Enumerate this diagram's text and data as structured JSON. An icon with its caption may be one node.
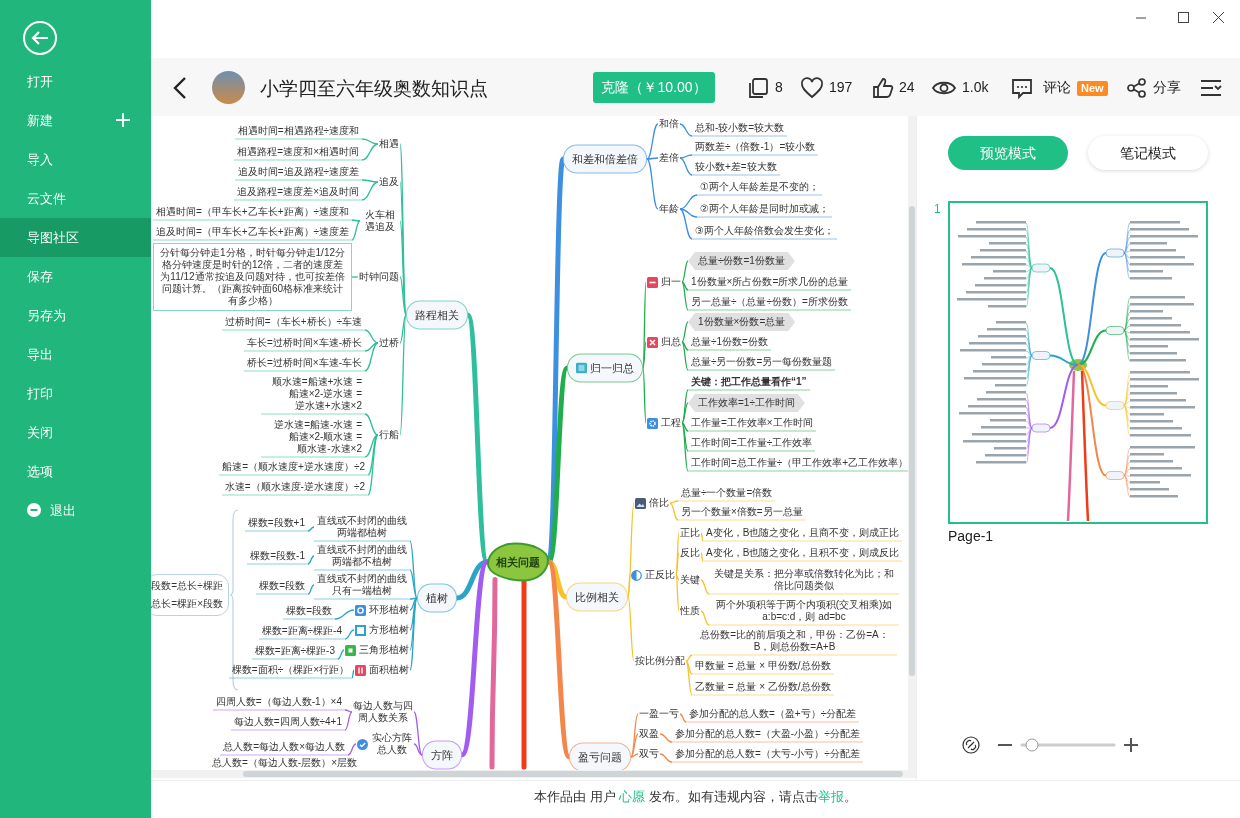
{
  "diagram": {
    "title": "小学四至六年级奥数知识点",
    "nodes": [
      {
        "text": [
          "相关问题"
        ]
      },
      {
        "text": [
          "路程相关"
        ]
      },
      {
        "text": [
          "相遇"
        ]
      },
      {
        "text": [
          "相遇时间=相遇路程÷速度和"
        ]
      },
      {
        "text": [
          "相遇路程=速度和×相遇时间"
        ]
      },
      {
        "text": [
          "追及"
        ]
      },
      {
        "text": [
          "追及时间=追及路程÷速度差"
        ]
      },
      {
        "text": [
          "追及路程=速度差×追及时间"
        ]
      },
      {
        "text": [
          "火车相遇追及"
        ]
      },
      {
        "text": [
          "相遇时间=（甲车长+乙车长+距离）÷速度和"
        ]
      },
      {
        "text": [
          "追及时间=（甲车长+乙车长+距离）÷速度差"
        ]
      },
      {
        "text": [
          "时钟问题"
        ]
      },
      {
        "text": [
          "分针每分钟走1分格，时针每分钟走1/12分格分钟速度是时针的12倍，二者的速度差为11/12通常按追及问题对待，也可按差倍问题计算。（距离按钟面60格标准来统计有多少格）"
        ]
      },
      {
        "text": [
          "过桥"
        ]
      },
      {
        "text": [
          "过桥时间=（车长+桥长）÷车速"
        ]
      },
      {
        "text": [
          "车长=过桥时间×车速-桥长"
        ]
      },
      {
        "text": [
          "桥长=过桥时间×车速-车长"
        ]
      },
      {
        "text": [
          "行船"
        ]
      },
      {
        "text": [
          "顺水速=船速+水速 =船速×2-逆水速 =逆水速+水速×2"
        ]
      },
      {
        "text": [
          "逆水速=船速-水速 =船速×2-顺水速 =顺水速-水速×2"
        ]
      },
      {
        "text": [
          "船速=（顺水速度+逆水速度）÷2"
        ]
      },
      {
        "text": [
          "水速=（顺水速度-逆水速度）÷2"
        ]
      },
      {
        "text": [
          "植树"
        ]
      },
      {
        "text": [
          "直线或不封闭的曲线两端都植树"
        ]
      },
      {
        "text": [
          "棵数=段数+1"
        ]
      },
      {
        "text": [
          "直线或不封闭的曲线两端都不植树"
        ]
      },
      {
        "text": [
          "棵数=段数-1"
        ]
      },
      {
        "text": [
          "直线或不封闭的曲线只有一端植树"
        ]
      },
      {
        "text": [
          "棵数=段数"
        ]
      },
      {
        "text": [
          "环形植树"
        ]
      },
      {
        "text": [
          "棵数=段数"
        ]
      },
      {
        "text": [
          "方形植树"
        ]
      },
      {
        "text": [
          "棵数=距离÷棵距-4"
        ]
      },
      {
        "text": [
          "三角形植树"
        ]
      },
      {
        "text": [
          "棵数=距离÷棵距-3"
        ]
      },
      {
        "text": [
          "面积植树"
        ]
      },
      {
        "text": [
          "棵数=面积÷（棵距×行距）"
        ]
      },
      {
        "text": [
          "段数=总长÷棵距",
          "总长=棵距×段数"
        ]
      },
      {
        "text": [
          "方阵"
        ]
      },
      {
        "text": [
          "每边人数与四周人数关系"
        ]
      },
      {
        "text": [
          "四周人数=（每边人数-1）×4"
        ]
      },
      {
        "text": [
          "每边人数=四周人数÷4+1"
        ]
      },
      {
        "text": [
          "实心方阵总人数"
        ]
      },
      {
        "text": [
          "总人数=每边人数×每边人数"
        ]
      },
      {
        "text": [
          "和差和倍差倍"
        ]
      },
      {
        "text": [
          "和倍"
        ]
      },
      {
        "text": [
          "总和-较小数=较大数"
        ]
      },
      {
        "text": [
          "差倍"
        ]
      },
      {
        "text": [
          "两数差÷（倍数-1）=较小数"
        ]
      },
      {
        "text": [
          "较小数+差=较大数"
        ]
      },
      {
        "text": [
          "年龄"
        ]
      },
      {
        "text": [
          "①两个人年龄差是不变的；"
        ]
      },
      {
        "text": [
          "②两个人年龄是同时加或减；"
        ]
      },
      {
        "text": [
          "③两个人年龄倍数会发生变化；"
        ]
      },
      {
        "text": [
          "归一归总"
        ]
      },
      {
        "text": [
          "归一"
        ]
      },
      {
        "text": [
          "总量÷份数=1份数量"
        ]
      },
      {
        "text": [
          "1份数量×所占份数=所求几份的总量"
        ]
      },
      {
        "text": [
          "另一总量÷（总量÷份数）=所求份数"
        ]
      },
      {
        "text": [
          "归总"
        ]
      },
      {
        "text": [
          "1份数量×份数=总量"
        ]
      },
      {
        "text": [
          "总量÷1份数=份数"
        ]
      },
      {
        "text": [
          "总量÷另一份数=另一每份数量题"
        ]
      },
      {
        "text": [
          "工程"
        ]
      },
      {
        "text": [
          "关键：把工作总量看作“1”"
        ]
      },
      {
        "text": [
          "工作效率=1÷工作时间"
        ]
      },
      {
        "text": [
          "工作量=工作效率×工作时间"
        ]
      },
      {
        "text": [
          "工作时间=工作量÷工作效率"
        ]
      },
      {
        "text": [
          "工作时间=总工作量÷（甲工作效率+乙工作效率）"
        ]
      },
      {
        "text": [
          "比例相关"
        ]
      },
      {
        "text": [
          "倍比"
        ]
      },
      {
        "text": [
          "总量÷一个数量=倍数"
        ]
      },
      {
        "text": [
          "另一个数量×倍数=另一总量"
        ]
      },
      {
        "text": [
          "正反比"
        ]
      },
      {
        "text": [
          "正比"
        ]
      },
      {
        "text": [
          "A变化，B也随之变化，且商不变，则成正比"
        ]
      },
      {
        "text": [
          "反比"
        ]
      },
      {
        "text": [
          "A变化，B也随之变化，且积不变，则成反比"
        ]
      },
      {
        "text": [
          "关键"
        ]
      },
      {
        "text": [
          "关键是关系：把分率或倍数转化为比；和倍比问题类似"
        ]
      },
      {
        "text": [
          "性质"
        ]
      },
      {
        "text": [
          "两个外项积等于两个内项积(交叉相乘)如a:b=c:d，则 ad=bc"
        ]
      },
      {
        "text": [
          "按比例分配"
        ]
      },
      {
        "text": [
          "总份数=比的前后项之和，甲份：乙份=A：B，则总份数=A+B"
        ]
      },
      {
        "text": [
          "甲数量 = 总量 × 甲份数/总份数"
        ]
      },
      {
        "text": [
          "乙数量 = 总量 × 乙份数/总份数"
        ]
      },
      {
        "text": [
          "盈亏问题"
        ]
      },
      {
        "text": [
          "一盈一亏"
        ]
      },
      {
        "text": [
          "参加分配的总人数=（盈+亏）÷分配差"
        ]
      },
      {
        "text": [
          "双盈"
        ]
      },
      {
        "text": [
          "参加分配的总人数=（大盈-小盈）÷分配差"
        ]
      },
      {
        "text": [
          "双亏"
        ]
      },
      {
        "text": [
          "参加分配的总人数=（大亏-小亏）÷分配差"
        ]
      }
    ],
    "edges": [
      {
        "from": 0,
        "to": 1,
        "arrow": "none",
        "style": "thick",
        "color": "#2ebf9d"
      },
      {
        "from": 1,
        "to": 2,
        "arrow": "none",
        "color": "#2ebf9d"
      },
      {
        "from": 2,
        "to": 3,
        "arrow": "none",
        "color": "#2ebf9d"
      },
      {
        "from": 2,
        "to": 4,
        "arrow": "none",
        "color": "#2ebf9d"
      },
      {
        "from": 1,
        "to": 5,
        "arrow": "none",
        "color": "#2ebf9d"
      },
      {
        "from": 5,
        "to": 6,
        "arrow": "none",
        "color": "#2ebf9d"
      },
      {
        "from": 5,
        "to": 7,
        "arrow": "none",
        "color": "#2ebf9d"
      },
      {
        "from": 1,
        "to": 8,
        "arrow": "none",
        "color": "#2ebf9d"
      },
      {
        "from": 8,
        "to": 9,
        "arrow": "none",
        "color": "#2ebf9d"
      },
      {
        "from": 8,
        "to": 10,
        "arrow": "none",
        "color": "#2ebf9d"
      },
      {
        "from": 1,
        "to": 11,
        "arrow": "none",
        "color": "#2ebf9d"
      },
      {
        "from": 11,
        "to": 12,
        "arrow": "none",
        "color": "#2ebf9d"
      },
      {
        "from": 1,
        "to": 13,
        "arrow": "none",
        "color": "#2ebf9d"
      },
      {
        "from": 13,
        "to": 14,
        "arrow": "none",
        "color": "#2ebf9d"
      },
      {
        "from": 13,
        "to": 15,
        "arrow": "none",
        "color": "#2ebf9d"
      },
      {
        "from": 13,
        "to": 16,
        "arrow": "none",
        "color": "#2ebf9d"
      },
      {
        "from": 1,
        "to": 17,
        "arrow": "none",
        "color": "#2ebf9d"
      },
      {
        "from": 17,
        "to": 18,
        "arrow": "none",
        "color": "#2ebf9d"
      },
      {
        "from": 17,
        "to": 19,
        "arrow": "none",
        "color": "#2ebf9d"
      },
      {
        "from": 17,
        "to": 20,
        "arrow": "none",
        "color": "#2ebf9d"
      },
      {
        "from": 17,
        "to": 21,
        "arrow": "none",
        "color": "#2ebf9d"
      },
      {
        "from": 0,
        "to": 22,
        "arrow": "none",
        "style": "thick",
        "color": "#2aa5c6"
      },
      {
        "from": 22,
        "to": 23,
        "arrow": "none",
        "color": "#2aa5c6"
      },
      {
        "from": 23,
        "to": 24,
        "arrow": "none",
        "color": "#2aa5c6"
      },
      {
        "from": 22,
        "to": 25,
        "arrow": "none",
        "color": "#2aa5c6"
      },
      {
        "from": 25,
        "to": 26,
        "arrow": "none",
        "color": "#2aa5c6"
      },
      {
        "from": 22,
        "to": 27,
        "arrow": "none",
        "color": "#2aa5c6"
      },
      {
        "from": 27,
        "to": 28,
        "arrow": "none",
        "color": "#2aa5c6"
      },
      {
        "from": 22,
        "to": 29,
        "arrow": "none",
        "color": "#2aa5c6"
      },
      {
        "from": 29,
        "to": 30,
        "arrow": "none",
        "color": "#2aa5c6"
      },
      {
        "from": 22,
        "to": 31,
        "arrow": "none",
        "color": "#2aa5c6"
      },
      {
        "from": 31,
        "to": 32,
        "arrow": "none",
        "color": "#2aa5c6"
      },
      {
        "from": 22,
        "to": 33,
        "arrow": "none",
        "color": "#2aa5c6"
      },
      {
        "from": 33,
        "to": 34,
        "arrow": "none",
        "color": "#2aa5c6"
      },
      {
        "from": 22,
        "to": 35,
        "arrow": "none",
        "color": "#2aa5c6"
      },
      {
        "from": 35,
        "to": 36,
        "arrow": "none",
        "color": "#2aa5c6"
      },
      {
        "from": 0,
        "to": 38,
        "arrow": "none",
        "style": "thick",
        "color": "#a35cf0"
      },
      {
        "from": 38,
        "to": 39,
        "arrow": "none",
        "color": "#a35cf0"
      },
      {
        "from": 39,
        "to": 40,
        "arrow": "none",
        "color": "#a35cf0"
      },
      {
        "from": 39,
        "to": 41,
        "arrow": "none",
        "color": "#a35cf0"
      },
      {
        "from": 38,
        "to": 42,
        "arrow": "none",
        "color": "#a35cf0"
      },
      {
        "from": 42,
        "to": 43,
        "arrow": "none",
        "color": "#a35cf0"
      },
      {
        "from": 0,
        "to": 44,
        "arrow": "none",
        "style": "thick",
        "color": "#3d8fe0"
      },
      {
        "from": 44,
        "to": 45,
        "arrow": "none",
        "color": "#3d8fe0"
      },
      {
        "from": 45,
        "to": 46,
        "arrow": "none",
        "color": "#3d8fe0"
      },
      {
        "from": 44,
        "to": 47,
        "arrow": "none",
        "color": "#3d8fe0"
      },
      {
        "from": 47,
        "to": 48,
        "arrow": "none",
        "color": "#3d8fe0"
      },
      {
        "from": 47,
        "to": 49,
        "arrow": "none",
        "color": "#3d8fe0"
      },
      {
        "from": 44,
        "to": 50,
        "arrow": "none",
        "color": "#3d8fe0"
      },
      {
        "from": 50,
        "to": 51,
        "arrow": "none",
        "color": "#3d8fe0"
      },
      {
        "from": 50,
        "to": 52,
        "arrow": "none",
        "color": "#3d8fe0"
      },
      {
        "from": 50,
        "to": 53,
        "arrow": "none",
        "color": "#3d8fe0"
      },
      {
        "from": 0,
        "to": 54,
        "arrow": "none",
        "style": "thick",
        "color": "#20ad4c"
      },
      {
        "from": 54,
        "to": 55,
        "arrow": "none",
        "color": "#20ad4c"
      },
      {
        "from": 55,
        "to": 56,
        "arrow": "none",
        "color": "#20ad4c"
      },
      {
        "from": 55,
        "to": 57,
        "arrow": "none",
        "color": "#20ad4c"
      },
      {
        "from": 55,
        "to": 58,
        "arrow": "none",
        "color": "#20ad4c"
      },
      {
        "from": 54,
        "to": 59,
        "arrow": "none",
        "color": "#20ad4c"
      },
      {
        "from": 59,
        "to": 60,
        "arrow": "none",
        "color": "#20ad4c"
      },
      {
        "from": 59,
        "to": 61,
        "arrow": "none",
        "color": "#20ad4c"
      },
      {
        "from": 59,
        "to": 62,
        "arrow": "none",
        "color": "#20ad4c"
      },
      {
        "from": 54,
        "to": 63,
        "arrow": "none",
        "color": "#20ad4c"
      },
      {
        "from": 63,
        "to": 64,
        "arrow": "none",
        "color": "#20ad4c"
      },
      {
        "from": 63,
        "to": 65,
        "arrow": "none",
        "color": "#20ad4c"
      },
      {
        "from": 63,
        "to": 66,
        "arrow": "none",
        "color": "#20ad4c"
      },
      {
        "from": 63,
        "to": 67,
        "arrow": "none",
        "color": "#20ad4c"
      },
      {
        "from": 63,
        "to": 68,
        "arrow": "none",
        "color": "#20ad4c"
      },
      {
        "from": 0,
        "to": 69,
        "arrow": "none",
        "style": "thick",
        "color": "#f6c12a"
      },
      {
        "from": 69,
        "to": 70,
        "arrow": "none",
        "color": "#f6c12a"
      },
      {
        "from": 70,
        "to": 71,
        "arrow": "none",
        "color": "#f6c12a"
      },
      {
        "from": 70,
        "to": 72,
        "arrow": "none",
        "color": "#f6c12a"
      },
      {
        "from": 69,
        "to": 73,
        "arrow": "none",
        "color": "#f6c12a"
      },
      {
        "from": 73,
        "to": 74,
        "arrow": "none",
        "color": "#f6c12a"
      },
      {
        "from": 74,
        "to": 75,
        "arrow": "none",
        "color": "#f6c12a"
      },
      {
        "from": 73,
        "to": 76,
        "arrow": "none",
        "color": "#f6c12a"
      },
      {
        "from": 76,
        "to": 77,
        "arrow": "none",
        "color": "#f6c12a"
      },
      {
        "from": 73,
        "to": 78,
        "arrow": "none",
        "color": "#f6c12a"
      },
      {
        "from": 78,
        "to": 79,
        "arrow": "none",
        "color": "#f6c12a"
      },
      {
        "from": 73,
        "to": 80,
        "arrow": "none",
        "color": "#f6c12a"
      },
      {
        "from": 80,
        "to": 81,
        "arrow": "none",
        "color": "#f6c12a"
      },
      {
        "from": 69,
        "to": 82,
        "arrow": "none",
        "color": "#f6c12a"
      },
      {
        "from": 82,
        "to": 83,
        "arrow": "none",
        "color": "#f6c12a"
      },
      {
        "from": 82,
        "to": 84,
        "arrow": "none",
        "color": "#f6c12a"
      },
      {
        "from": 82,
        "to": 85,
        "arrow": "none",
        "color": "#f6c12a"
      },
      {
        "from": 0,
        "to": 86,
        "arrow": "none",
        "style": "thick",
        "color": "#f3874b"
      },
      {
        "from": 86,
        "to": 87,
        "arrow": "none",
        "color": "#f3874b"
      },
      {
        "from": 87,
        "to": 88,
        "arrow": "none",
        "color": "#f3874b"
      },
      {
        "from": 86,
        "to": 89,
        "arrow": "none",
        "color": "#f3874b"
      },
      {
        "from": 89,
        "to": 90,
        "arrow": "none",
        "color": "#f3874b"
      },
      {
        "from": 86,
        "to": 91,
        "arrow": "none",
        "color": "#f3874b"
      },
      {
        "from": 91,
        "to": 92,
        "arrow": "none",
        "color": "#f3874b"
      },
      {
        "from": 0,
        "to": null,
        "arrow": "none",
        "style": "thick",
        "color": "#e0689a"
      },
      {
        "from": 0,
        "to": null,
        "arrow": "none",
        "style": "thick",
        "color": "#ef3b17"
      }
    ],
    "labels": [
      "打开",
      "新建",
      "导入",
      "云文件",
      "导图社区",
      "保存",
      "另存为",
      "导出",
      "打印",
      "关闭",
      "选项",
      "退出",
      "克隆（￥10.00）",
      "8",
      "197",
      "24",
      "1.0k",
      "评论",
      "New",
      "分享",
      "总人数=（每边人数-层数）×层数",
      "预览模式",
      "笔记模式",
      "1",
      "Page-1",
      "本作品由 用户 ",
      "心愿",
      " 发布。如有违规内容，请点击",
      "举报",
      "。"
    ]
  }
}
